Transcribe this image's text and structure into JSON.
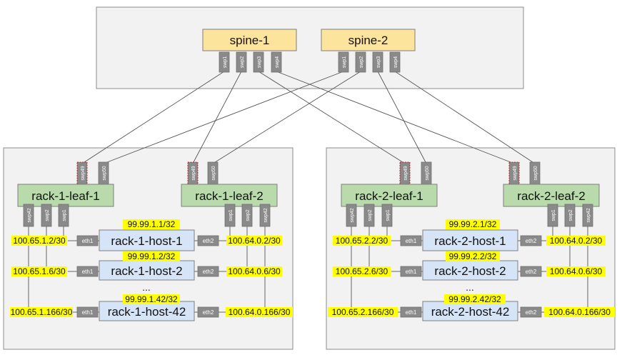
{
  "spines": [
    {
      "label": "spine-1",
      "ports": [
        "swp1",
        "swp2",
        "swp3",
        "swp4"
      ]
    },
    {
      "label": "spine-2",
      "ports": [
        "swp1",
        "swp2",
        "swp3",
        "swp4"
      ]
    }
  ],
  "racks": [
    {
      "leaves": [
        {
          "label": "rack-1-leaf-1",
          "uplinks": [
            "swp49",
            "swp50"
          ],
          "downlinks": [
            "swp42",
            "swp2",
            "swp1"
          ]
        },
        {
          "label": "rack-1-leaf-2",
          "uplinks": [
            "swp49",
            "swp50"
          ],
          "downlinks": [
            "swp1",
            "swp2",
            "swp42"
          ]
        }
      ],
      "hosts": [
        {
          "label": "rack-1-host-1",
          "loopback": "99.99.1.1/32",
          "eth1": "eth1",
          "eth2": "eth2",
          "left_ip": "100.65.1.2/30",
          "right_ip": "100.64.0.2/30"
        },
        {
          "label": "rack-1-host-2",
          "loopback": "99.99.1.2/32",
          "eth1": "eth1",
          "eth2": "eth2",
          "left_ip": "100.65.1.6/30",
          "right_ip": "100.64.0.6/30"
        },
        {
          "label": "rack-1-host-42",
          "loopback": "99.99.1.42/32",
          "eth1": "eth1",
          "eth2": "eth2",
          "left_ip": "100.65.1.166/30",
          "right_ip": "100.64.0.166/30"
        }
      ],
      "ellipsis": "..."
    },
    {
      "leaves": [
        {
          "label": "rack-2-leaf-1",
          "uplinks": [
            "swp49",
            "swp50"
          ],
          "downlinks": [
            "swp42",
            "swp2",
            "swp1"
          ]
        },
        {
          "label": "rack-2-leaf-2",
          "uplinks": [
            "swp49",
            "swp50"
          ],
          "downlinks": [
            "swp1",
            "swp2",
            "swp42"
          ]
        }
      ],
      "hosts": [
        {
          "label": "rack-2-host-1",
          "loopback": "99.99.2.1/32",
          "eth1": "eth1",
          "eth2": "eth2",
          "left_ip": "100.65.2.2/30",
          "right_ip": "100.64.0.2/30"
        },
        {
          "label": "rack-2-host-2",
          "loopback": "99.99.2.2/32",
          "eth1": "eth1",
          "eth2": "eth2",
          "left_ip": "100.65.2.6/30",
          "right_ip": "100.64.0.6/30"
        },
        {
          "label": "rack-2-host-42",
          "loopback": "99.99.2.42/32",
          "eth1": "eth1",
          "eth2": "eth2",
          "left_ip": "100.65.2.166/30",
          "right_ip": "100.64.0.166/30"
        }
      ],
      "ellipsis": "..."
    }
  ],
  "colors": {
    "spine": "#fde49c",
    "leaf": "#b9dbab",
    "host": "#d5e5f7",
    "port": "#8a8a8a",
    "ip_highlight": "#ffff00",
    "panel": "#f2f2f2"
  }
}
